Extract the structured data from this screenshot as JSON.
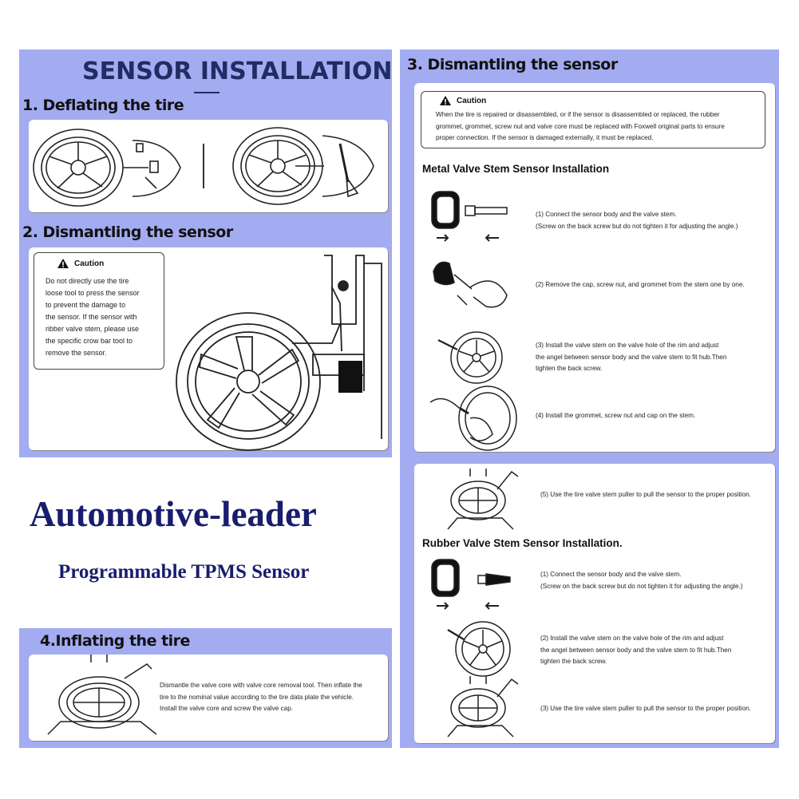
{
  "main_title": "SENSOR INSTALLATION",
  "sections": {
    "s1": "1. Deflating the tire",
    "s2": "2. Dismantling the sensor",
    "s3": "3. Dismantling the sensor",
    "s4": "4.Inflating the tire"
  },
  "caution_label": "Caution",
  "caution_s2": [
    "Do not directly use the tire",
    "loose tool to press the sensor",
    "to prevent the damage to",
    "the sensor. If the sensor with",
    "ribber valve stem, please use",
    "the specific crow bar tool to",
    "remove the sensor."
  ],
  "caution_s3": [
    "When the tire is repaired or disassembled, or if the sensor is disassembled or replaced, the rubber",
    "grommet, grommet, screw nut and valve core must be replaced with Foxwell original parts to ensure",
    "proper connection. If the sensor is damaged externally, it must be replaced."
  ],
  "metal": {
    "heading": "Metal Valve Stem Sensor Installation",
    "step1": [
      "(1) Connect the sensor body and the valve stem.",
      "(Screw on the back screw but do not tighten it for adjusting the angle.)"
    ],
    "step2": [
      "(2) Remove the cap, screw nut, and grommet from the stem one by one."
    ],
    "step3": [
      "(3) Install the valve stem on the valve hole of the rim and adjust",
      "the angel between sensor body and the valve stem to fit hub.Then",
      "tighten the back screw."
    ],
    "step4": [
      "(4) Install the grommet, screw nut and cap on the stem."
    ],
    "step5": [
      "(5) Use the tire valve stem puller to pull the sensor to the proper position."
    ]
  },
  "rubber": {
    "heading": "Rubber Valve Stem Sensor Installation.",
    "step1": [
      "(1) Connect the sensor body and the valve stem.",
      "(Screw on the back screw but do not tighten it for adjusting the angle.)"
    ],
    "step2": [
      "(2) Install the valve stem on the valve hole of the rim and adjust",
      "the angel between sensor body and the valve stem to fit hub.Then",
      "tighten the back screw."
    ],
    "step3": [
      "(3) Use the tire valve stem puller to pull the sensor to the proper position."
    ]
  },
  "inflate_text": [
    "Dismantle the valve core with valve core removal tool. Then inflate the",
    "tire to the nominal value according to the tire data plate the vehicle.",
    "Install the valve core and screw the valve cap."
  ],
  "brand": {
    "name": "Automotive-leader",
    "product": "Programmable TPMS Sensor"
  },
  "colors": {
    "panel": "#a3abf1",
    "title": "#1f2d63",
    "brand": "#181d6e"
  }
}
